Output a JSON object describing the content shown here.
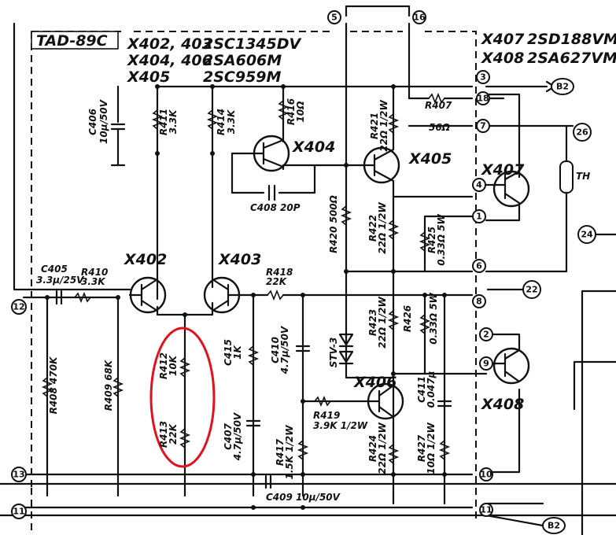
{
  "board_label": "TAD-89C",
  "transistor_list_left": [
    "X402, 403",
    "X404, 406",
    "X405"
  ],
  "transistor_types_left": [
    "2SC1345DV",
    "2SA606M",
    "2SC959M"
  ],
  "transistor_list_right": [
    "X407",
    "X408"
  ],
  "transistor_types_right": [
    "2SD188VM",
    "2SA627VM"
  ],
  "transistors": {
    "x402": "X402",
    "x403": "X403",
    "x404": "X404",
    "x405": "X405",
    "x406": "X406",
    "x407": "X407",
    "x408": "X408"
  },
  "resistors": {
    "r408": "R408 470K",
    "r409": "R409 68K",
    "r410": "R410",
    "r410_val": "3.3K",
    "r411": "R411",
    "r411_val": "3.3K",
    "r412": "R412",
    "r412_val": "10K",
    "r413": "R413",
    "r413_val": "22K",
    "r414": "R414",
    "r414_val": "3.3K",
    "r416": "R416",
    "r416_val": "10Ω",
    "r417": "R417",
    "r417_val": "1.5K 1/2W",
    "r418": "R418",
    "r418_val": "22K",
    "r419": "R419",
    "r419_val": "3.9K 1/2W",
    "r420": "R420 500Ω",
    "r421": "R421",
    "r421_val": "22Ω 1/2W",
    "r422": "R422",
    "r422_val": "22Ω 1/2W",
    "r423": "R423",
    "r423_val": "22Ω 1/2W",
    "r424": "R424",
    "r424_val": "22Ω 1/2W",
    "r425": "R425",
    "r425_val": "0.33Ω 5W",
    "r426": "R426",
    "r426_val": "0.33Ω 5W",
    "r427": "R427",
    "r427_val": "10Ω 1/2W",
    "r407": "R407",
    "r407_val": "56Ω"
  },
  "capacitors": {
    "c405": "C405",
    "c405_val": "3.3μ/25V",
    "c406": "C406",
    "c406_val": "10μ/50V",
    "c407": "C407",
    "c407_val": "4.7μ/50V",
    "c408": "C408 20P",
    "c409": "C409 10μ/50V",
    "c410": "C410",
    "c410_val": "4.7μ/50V",
    "c411": "C411",
    "c411_val": "0.047μ",
    "c415": "C415",
    "c415_val": "1K"
  },
  "misc": {
    "stv": "STV-3",
    "th": "TH"
  },
  "terminals": {
    "t5": "5",
    "t16": "16",
    "t3": "3",
    "t18": "18",
    "t7": "7",
    "t4": "4",
    "t1": "1",
    "t6": "6",
    "t8": "8",
    "t2": "2",
    "t9": "9",
    "t10": "10",
    "t11": "11",
    "t12": "12",
    "t13": "13",
    "t11b": "11"
  },
  "outputs": {
    "b2_top": "B2",
    "o26": "26",
    "o24": "24",
    "o22": "22",
    "b2_bottom": "B2"
  }
}
